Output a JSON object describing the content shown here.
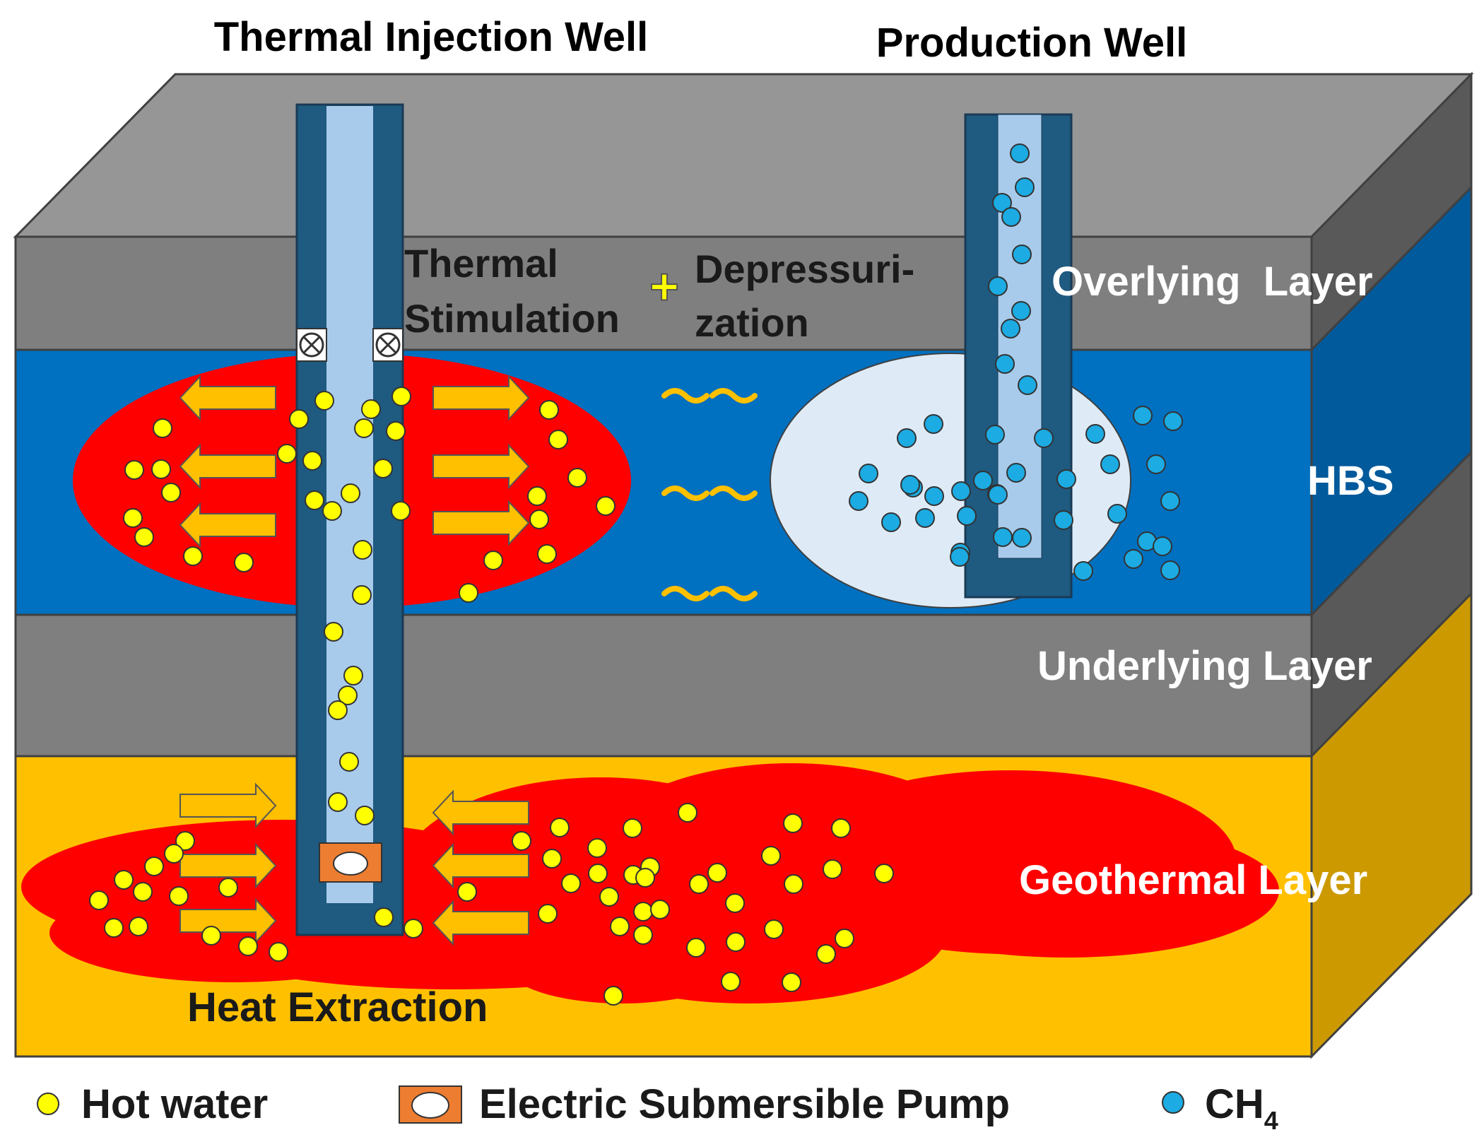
{
  "labels": {
    "injection_well": "Thermal Injection Well",
    "production_well": "Production Well",
    "thermal_line1": "Thermal",
    "thermal_line2": "Stimulation",
    "depress_line1": "Depressuri-",
    "depress_line2": "zation",
    "plus": "+",
    "overlying": "Overlying  Layer",
    "hbs": "HBS",
    "underlying": "Underlying Layer",
    "geothermal": "Geothermal Layer",
    "heat_extraction": "Heat Extraction"
  },
  "legend": {
    "hot_water": "Hot water",
    "pump": "Electric Submersible Pump",
    "ch4_base": "CH",
    "ch4_sub": "4"
  },
  "colors": {
    "overlying": "#7f7f7f",
    "overlying_top": "#969696",
    "overlying_side": "#595959",
    "hbs": "#0070c0",
    "hbs_side": "#005a9c",
    "underlying": "#7f7f7f",
    "underlying_side": "#595959",
    "geothermal": "#ffc000",
    "geothermal_side": "#cc9a00",
    "heated_zone": "#ff0000",
    "depress_zone": "#deebf7",
    "well_casing": "#1f5a80",
    "well_tube": "#a9cbeb",
    "hot_water": "#ffff00",
    "ch4": "#1cabe2",
    "arrow": "#ffc000",
    "pump": "#ed7d31",
    "plus": "#ffff00",
    "tilde": "#ffc000"
  },
  "icons": {
    "packer": "circle-x-icon",
    "pump": "pump-icon",
    "flow": "arrow-icon"
  }
}
